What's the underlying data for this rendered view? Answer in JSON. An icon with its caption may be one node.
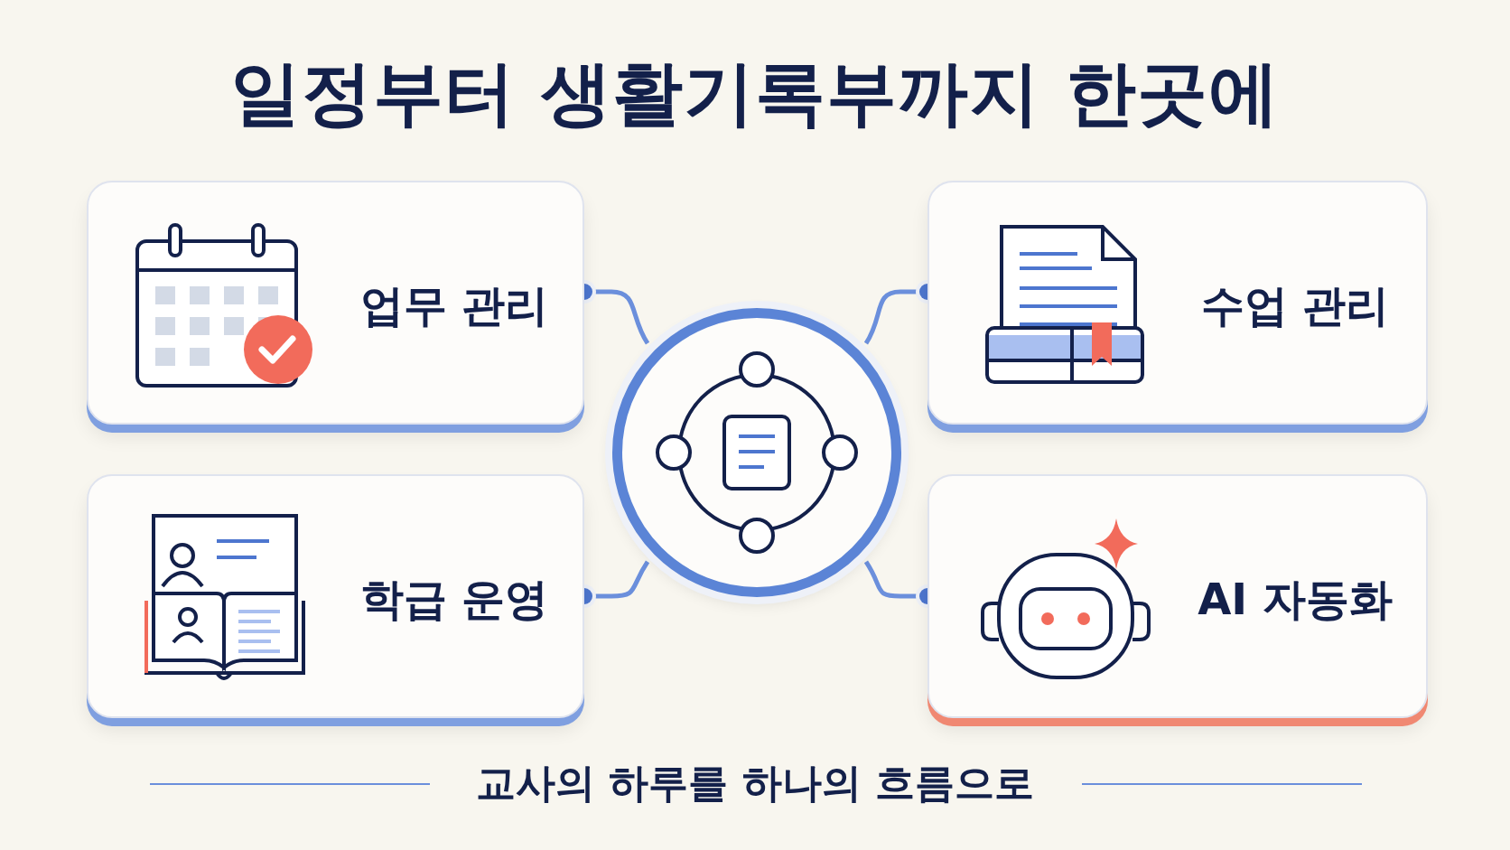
{
  "diagram": {
    "title": "일정부터 생활기록부까지 한곳에",
    "caption": "교사의 하루를 하나의 흐름으로",
    "nodes": [
      {
        "text": [
          "업무 관리"
        ]
      },
      {
        "text": [
          "수업 관리"
        ]
      },
      {
        "text": [],
        "shape": "circle"
      },
      {
        "text": [
          "학급 운영"
        ]
      },
      {
        "text": [
          "AI 자동화"
        ]
      }
    ],
    "edges": [
      {
        "from": 2,
        "to": 0,
        "arrow": "other"
      },
      {
        "from": 2,
        "to": 1,
        "arrow": "other"
      },
      {
        "from": 2,
        "to": 3,
        "arrow": "other"
      },
      {
        "from": 2,
        "to": 4,
        "arrow": "other"
      }
    ]
  }
}
